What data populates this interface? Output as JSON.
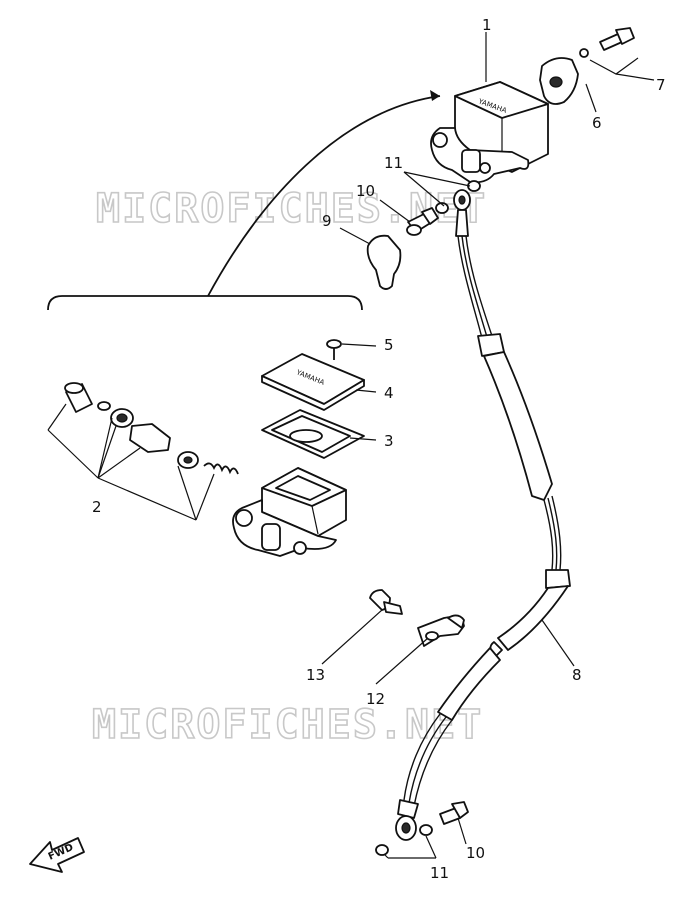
{
  "watermark": "MICROFICHES.NET",
  "brand_mark": "YAMAHA",
  "fwd_label": "FWD",
  "callouts": [
    {
      "id": "c1",
      "label": "1"
    },
    {
      "id": "c2",
      "label": "2"
    },
    {
      "id": "c3",
      "label": "3"
    },
    {
      "id": "c4",
      "label": "4"
    },
    {
      "id": "c5",
      "label": "5"
    },
    {
      "id": "c6",
      "label": "6"
    },
    {
      "id": "c7",
      "label": "7"
    },
    {
      "id": "c8",
      "label": "8"
    },
    {
      "id": "c9",
      "label": "9"
    },
    {
      "id": "c10a",
      "label": "10"
    },
    {
      "id": "c10b",
      "label": "10"
    },
    {
      "id": "c11a",
      "label": "11"
    },
    {
      "id": "c11b",
      "label": "11"
    },
    {
      "id": "c12",
      "label": "12"
    },
    {
      "id": "c13",
      "label": "13"
    }
  ]
}
